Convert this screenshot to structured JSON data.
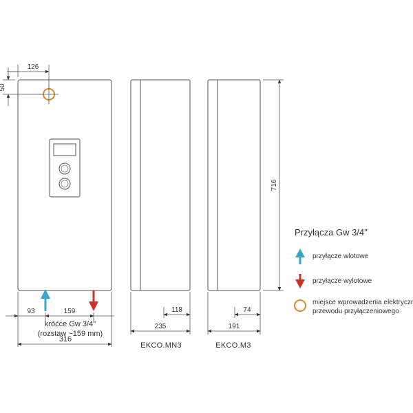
{
  "dimensions": {
    "offset_x": "126",
    "offset_y": "50",
    "height": "716",
    "inlet_offset": "93",
    "pipe_spacing": "159",
    "total_width": "316",
    "mn3_depth_inner": "118",
    "mn3_depth": "235",
    "m3_depth_inner": "74",
    "m3_depth": "191"
  },
  "labels": {
    "pipes_line1": "króćce Gw 3/4\"",
    "pipes_line2": "(rozstaw ~159 mm)",
    "model_mn3": "EKCO.MN3",
    "model_m3": "EKCO.M3"
  },
  "legend": {
    "title": "Przyłącza  Gw 3/4\"",
    "inlet": "przyłącze wlotowe",
    "outlet": "przyłącze wylotowe",
    "electric_line1": "miejsce wprowadzenia elektrycznego",
    "electric_line2": "przewodu przyłączeniowego"
  },
  "colors": {
    "inlet_arrow": "#3aa6c9",
    "outlet_arrow": "#c9312b",
    "electric_circle": "#d98b2b",
    "outline": "#555555"
  }
}
